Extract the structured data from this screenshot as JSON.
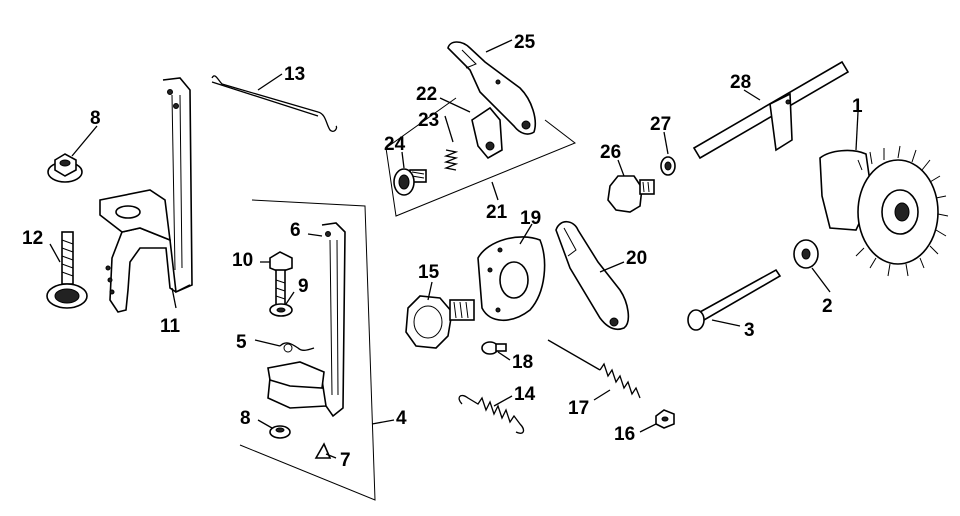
{
  "figure": {
    "callouts": [
      {
        "id": "c1",
        "text": "1"
      },
      {
        "id": "c2",
        "text": "2"
      },
      {
        "id": "c3",
        "text": "3"
      },
      {
        "id": "c4",
        "text": "4"
      },
      {
        "id": "c5",
        "text": "5"
      },
      {
        "id": "c6",
        "text": "6"
      },
      {
        "id": "c7",
        "text": "7"
      },
      {
        "id": "c8a",
        "text": "8"
      },
      {
        "id": "c8b",
        "text": "8"
      },
      {
        "id": "c9",
        "text": "9"
      },
      {
        "id": "c10",
        "text": "10"
      },
      {
        "id": "c11",
        "text": "11"
      },
      {
        "id": "c12",
        "text": "12"
      },
      {
        "id": "c13",
        "text": "13"
      },
      {
        "id": "c14",
        "text": "14"
      },
      {
        "id": "c15",
        "text": "15"
      },
      {
        "id": "c16",
        "text": "16"
      },
      {
        "id": "c17",
        "text": "17"
      },
      {
        "id": "c18",
        "text": "18"
      },
      {
        "id": "c19",
        "text": "19"
      },
      {
        "id": "c20",
        "text": "20"
      },
      {
        "id": "c21",
        "text": "21"
      },
      {
        "id": "c22",
        "text": "22"
      },
      {
        "id": "c23",
        "text": "23"
      },
      {
        "id": "c24",
        "text": "24"
      },
      {
        "id": "c25",
        "text": "25"
      },
      {
        "id": "c26",
        "text": "26"
      },
      {
        "id": "c27",
        "text": "27"
      },
      {
        "id": "c28",
        "text": "28"
      }
    ]
  }
}
